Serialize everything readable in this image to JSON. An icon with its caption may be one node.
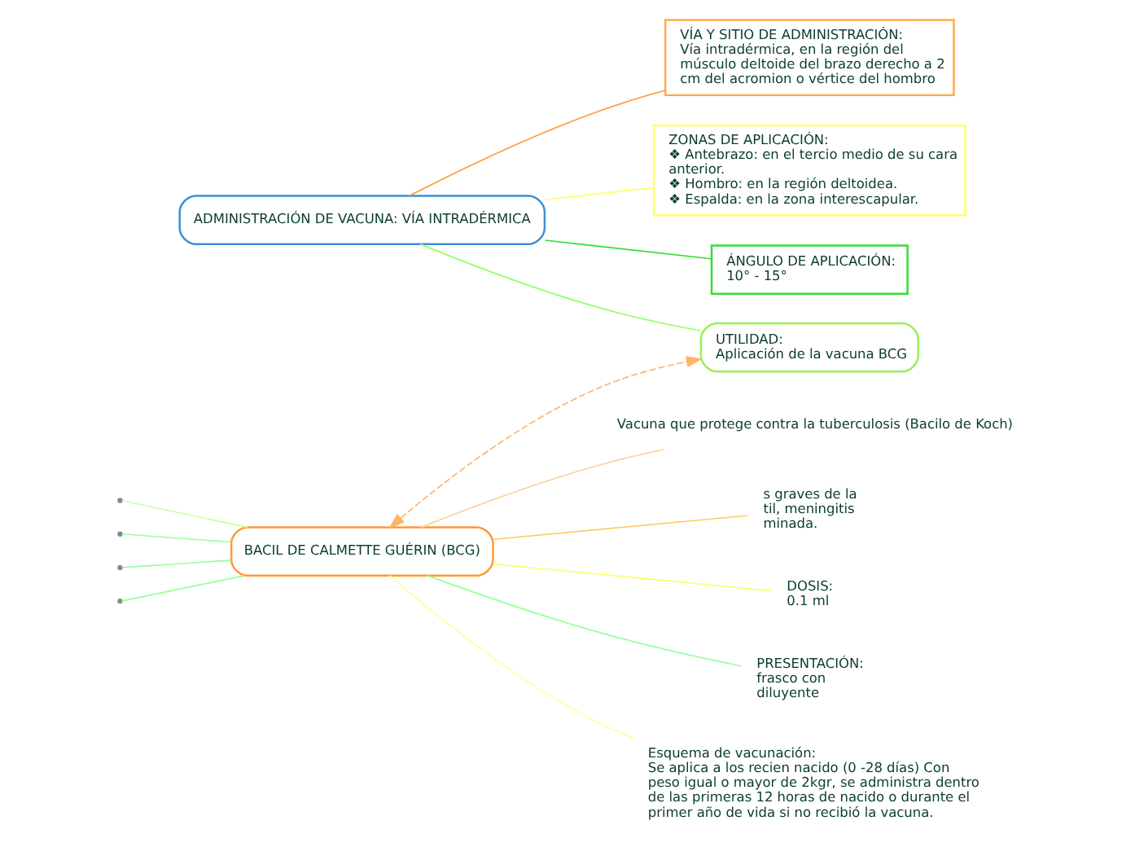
{
  "diagram": {
    "nodes": [
      {
        "text": [
          "ADMINISTRACIÓN DE VACUNA: VÍA INTRADÉRMICA"
        ]
      },
      {
        "text": [
          "VÍA Y SITIO DE ADMINISTRACIÓN:",
          "Vía intradérmica, en la región del músculo deltoide del brazo derecho a 2 cm del acromion o vértice del hombro"
        ]
      },
      {
        "text": [
          "ZONAS DE APLICACIÓN:",
          "❖ Antebrazo: en el tercio medio de su cara anterior.",
          "❖ Hombro: en la región deltoidea.",
          "❖ Espalda: en la zona interescapular."
        ]
      },
      {
        "text": [
          "UTILIDAD:",
          "Aplicación de la vacuna BCG"
        ]
      },
      {
        "text": [
          "ÁNGULO DE APLICACIÓN:",
          "10° - 15°"
        ]
      },
      {
        "text": [
          "BACIL DE CALMETTE GUÉRIN (BCG)"
        ]
      },
      {
        "text": [
          "Vacuna que protege contra la tuberculosis (Bacilo de Koch)"
        ]
      },
      {
        "text": [
          "s graves de la til, meningitis minada."
        ]
      },
      {
        "text": [
          "DOSIS:",
          "0.1 ml"
        ]
      },
      {
        "text": [
          "PRESENTACIÓN:",
          "frasco con diluyente"
        ]
      },
      {
        "text": [
          "Esquema de vacunación:",
          "Se aplica a los recien nacido (0 -28 días) Con peso igual o mayor de 2kgr, se administra dentro de las primeras 12 horas de nacido o durante el primer año de vida si no recibió la vacuna."
        ]
      }
    ],
    "edges": [
      {
        "from": 0,
        "to": 1,
        "arrow": "none",
        "color": "#ff9933"
      },
      {
        "from": 0,
        "to": 2,
        "arrow": "none",
        "color": "#ffff66"
      },
      {
        "from": 0,
        "to": 3,
        "arrow": "none",
        "color": "#99ff66"
      },
      {
        "from": 0,
        "to": 4,
        "arrow": "none",
        "color": "#33dd33"
      },
      {
        "from": 5,
        "to": 3,
        "arrow": "both",
        "style": "dashed",
        "color": "#ffb366"
      },
      {
        "from": 5,
        "to": 6,
        "arrow": "none",
        "color": "#ffcc99"
      },
      {
        "from": 5,
        "to": 7,
        "arrow": "none",
        "color": "#ffcc66"
      },
      {
        "from": 5,
        "to": null,
        "arrow": "none",
        "color": "#ccff99"
      },
      {
        "from": 5,
        "to": 8,
        "arrow": "none",
        "color": "#ffff66"
      },
      {
        "from": 5,
        "to": null,
        "arrow": "none",
        "color": "#99ff99"
      },
      {
        "from": 5,
        "to": null,
        "arrow": "none",
        "color": "#99ff99"
      },
      {
        "from": 5,
        "to": 9,
        "arrow": "none",
        "color": "#99ff99"
      },
      {
        "from": 5,
        "to": null,
        "arrow": "none",
        "color": "#99ff99"
      },
      {
        "from": 5,
        "to": 10,
        "arrow": "none",
        "color": "#ffff99"
      }
    ]
  }
}
